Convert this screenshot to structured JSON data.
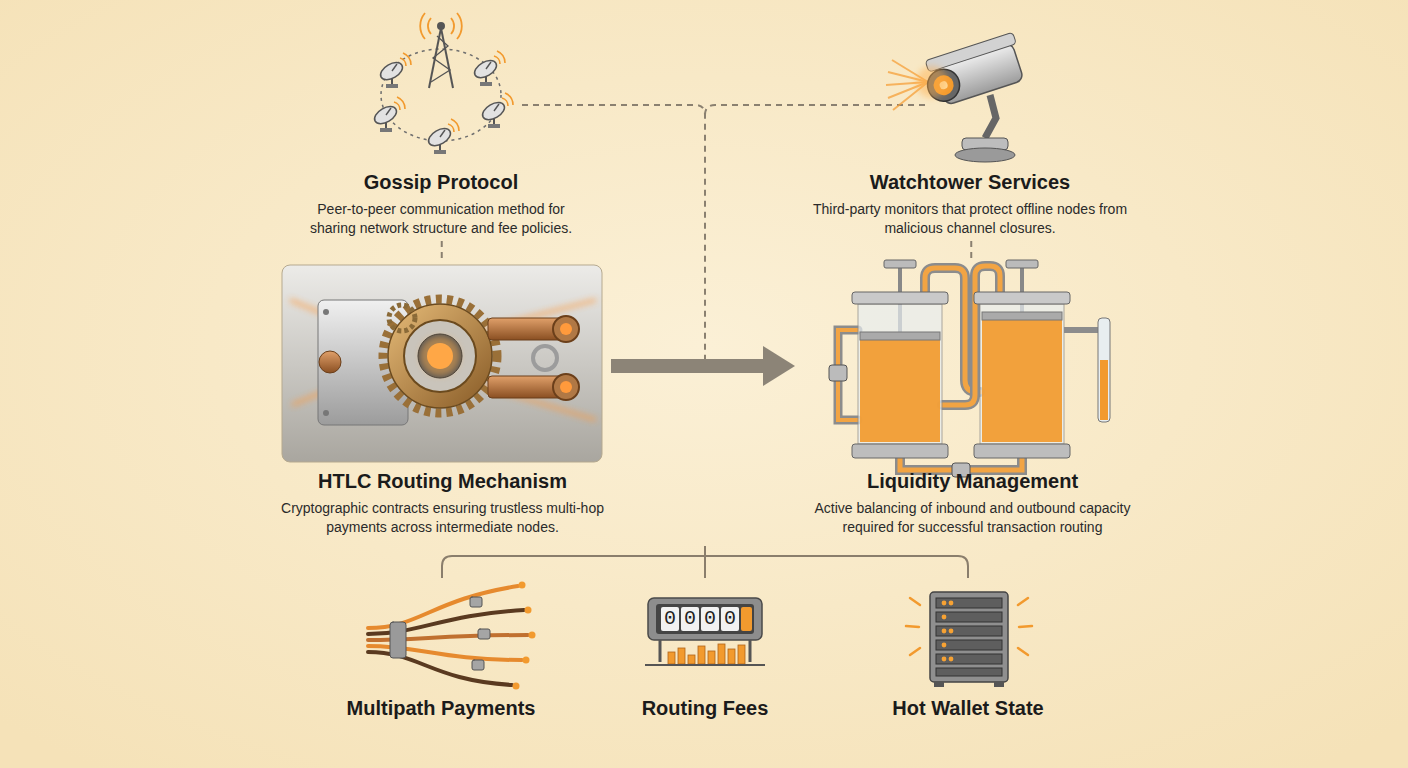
{
  "diagram": {
    "nodes": [
      {
        "text": [
          "Gossip Protocol",
          "Peer-to-peer communication method for sharing network structure and fee policies."
        ]
      },
      {
        "text": [
          "Watchtower Services",
          "Third-party monitors that protect offline nodes from malicious channel closures."
        ]
      },
      {
        "text": [
          "HTLC Routing Mechanism",
          "Cryptographic contracts ensuring trustless multi-hop payments across intermediate nodes."
        ]
      },
      {
        "text": [
          "Liquidity Management",
          "Active balancing of inbound and outbound capacity required for successful transaction routing"
        ]
      },
      {
        "text": [
          "Multipath Payments"
        ]
      },
      {
        "text": [
          "Routing Fees"
        ]
      },
      {
        "text": [
          "Hot Wallet State"
        ]
      }
    ],
    "edges": [
      {
        "from": 0,
        "to": 2,
        "arrow": "none"
      },
      {
        "from": 1,
        "to": 3,
        "arrow": "none"
      },
      {
        "from": 2,
        "to": 3,
        "arrow": "to"
      }
    ],
    "labels": [
      "0000"
    ]
  }
}
